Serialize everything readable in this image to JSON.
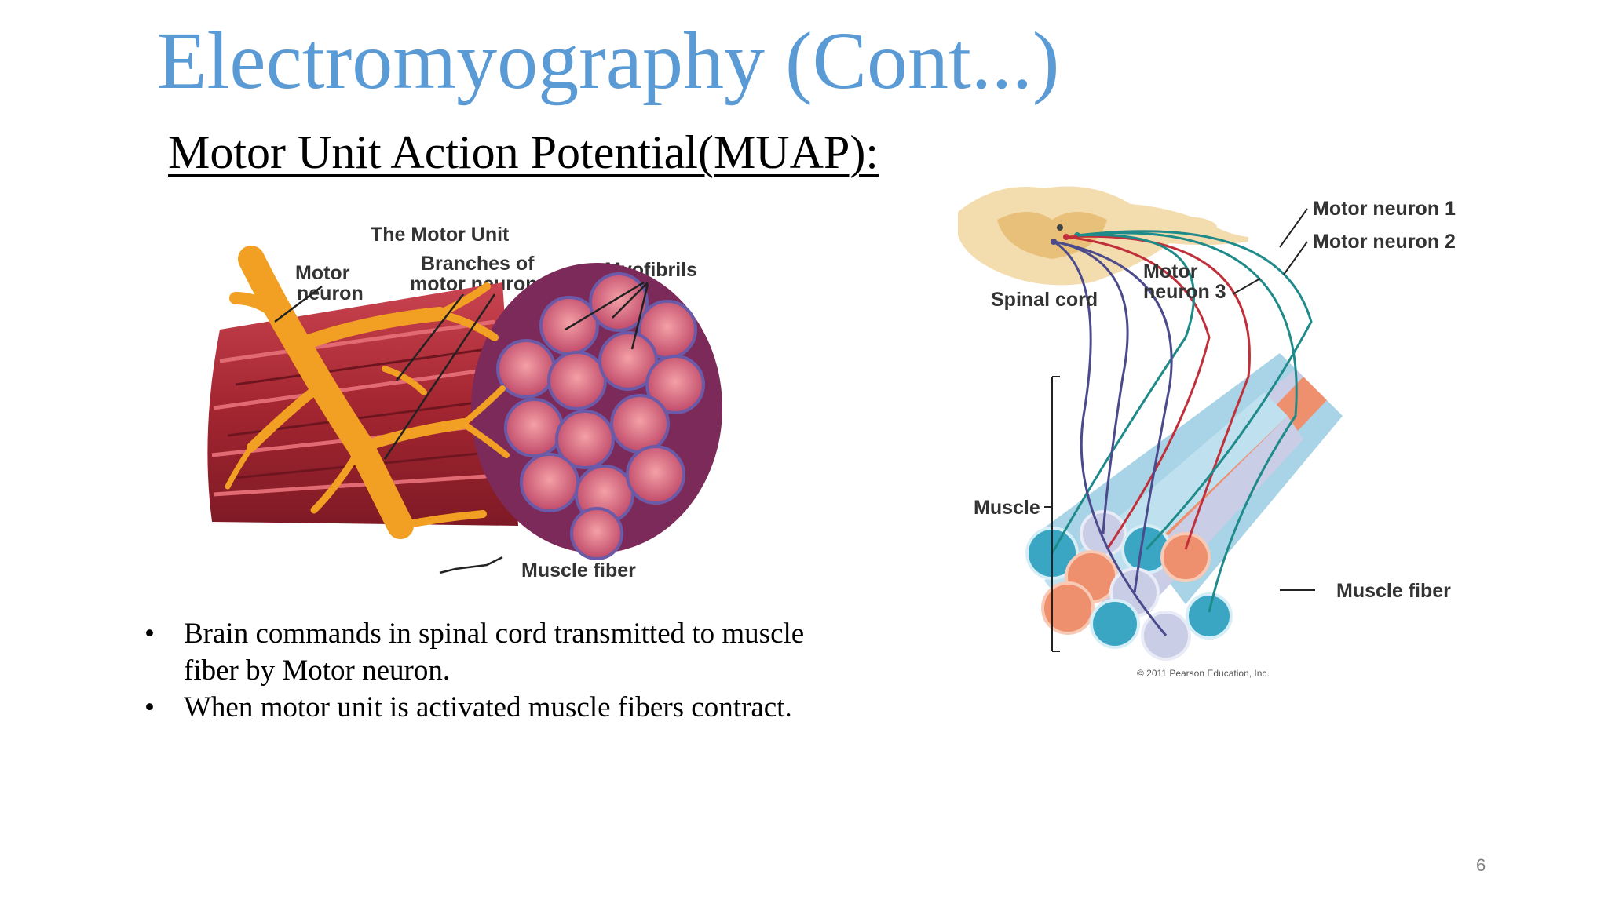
{
  "slide": {
    "title": "Electromyography (Cont...)",
    "subtitle": "Motor Unit Action Potential(MUAP):",
    "page_number": "6"
  },
  "figure_left": {
    "title": "The Motor Unit",
    "label_motor_neuron_1": "Motor",
    "label_motor_neuron_2": "neuron",
    "label_branches_1": "Branches of",
    "label_branches_2": "motor neurons",
    "label_myofibrils": "Myofibrils",
    "label_muscle_fiber": "Muscle fiber"
  },
  "figure_right": {
    "label_motor_neuron_1": "Motor neuron 1",
    "label_motor_neuron_2": "Motor neuron 2",
    "label_motor_neuron_3_a": "Motor",
    "label_motor_neuron_3_b": "neuron 3",
    "label_spinal_cord": "Spinal cord",
    "label_muscle": "Muscle",
    "label_muscle_fiber": "Muscle fiber",
    "copyright": "© 2011 Pearson Education, Inc."
  },
  "bullets": [
    "Brain commands in spinal cord transmitted to muscle fiber by Motor neuron.",
    "When motor unit is activated muscle fibers contract."
  ],
  "colors": {
    "title": "#5b9bd5",
    "muscle_red": "#b8323a",
    "neuron_orange": "#f2a024",
    "fiber_blue": "#a9d3e6",
    "fiber_salmon": "#ee8f6d",
    "fiber_lavender": "#c9cde6",
    "neuron1_teal": "#1f8a8a",
    "neuron2_red": "#c0303a",
    "neuron3_purple": "#4a4a8c"
  }
}
